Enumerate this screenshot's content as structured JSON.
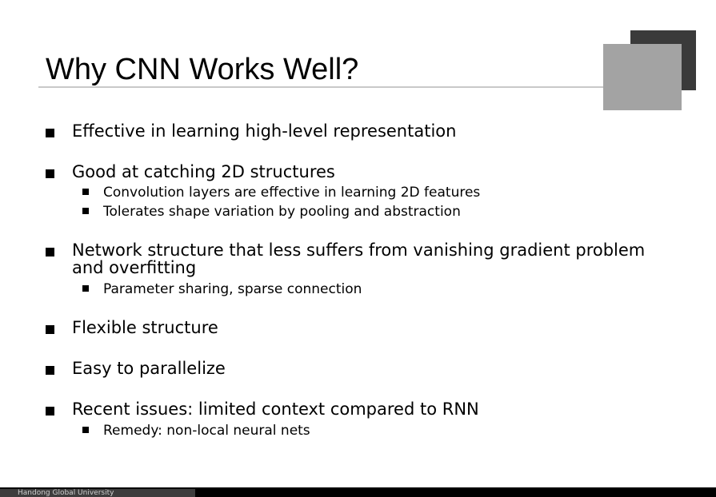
{
  "slide": {
    "title": "Why CNN Works Well?",
    "bullets": [
      {
        "text": "Effective in learning high-level representation",
        "sub": []
      },
      {
        "text": "Good at catching 2D structures",
        "sub": [
          "Convolution layers are effective in learning 2D features",
          "Tolerates shape variation by pooling and abstraction"
        ]
      },
      {
        "text": "Network structure that less suffers from vanishing gradient problem and overfitting",
        "sub": [
          "Parameter sharing, sparse connection"
        ]
      },
      {
        "text": "Flexible structure",
        "sub": []
      },
      {
        "text": "Easy to parallelize",
        "sub": []
      },
      {
        "text": "Recent issues: limited context compared to RNN",
        "sub": [
          "Remedy: non-local neural nets"
        ]
      }
    ],
    "footer": "Handong Global University"
  },
  "colors": {
    "deco_dark": "#3a3a3a",
    "deco_light": "#a3a3a3",
    "title_rule": "#c9c9c9",
    "footer": "#000000"
  }
}
